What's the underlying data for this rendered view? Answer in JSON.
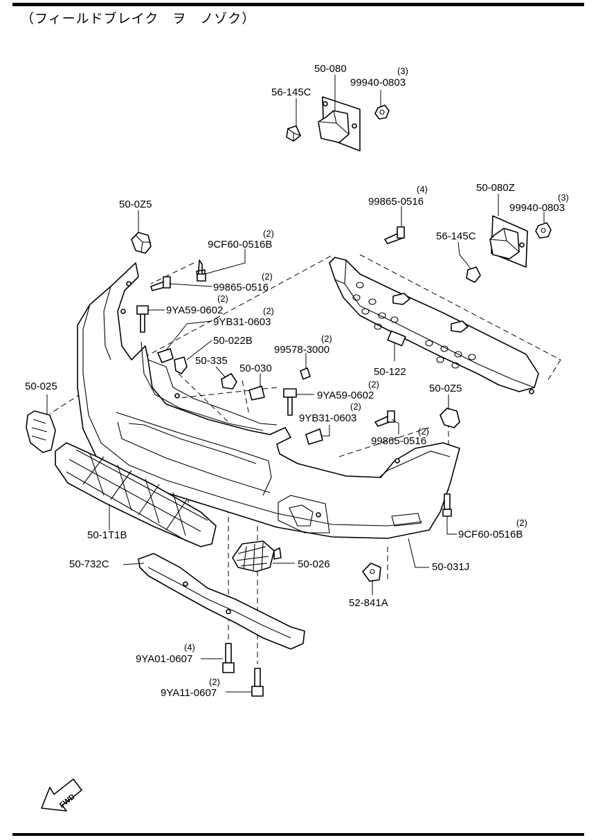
{
  "title": "（フィールドブレイク　ヲ　ノゾク）",
  "fwd_label": "FWD",
  "callouts": [
    {
      "id": "c1",
      "part": "50-080",
      "qty": ""
    },
    {
      "id": "c2",
      "part": "56-145C",
      "qty": ""
    },
    {
      "id": "c3",
      "part": "99940-0803",
      "qty": "(3)"
    },
    {
      "id": "c4",
      "part": "50-0Z5",
      "qty": ""
    },
    {
      "id": "c5",
      "part": "9CF60-0516B",
      "qty": "(2)"
    },
    {
      "id": "c6",
      "part": "99865-0516",
      "qty": "(2)"
    },
    {
      "id": "c7",
      "part": "9YA59-0602",
      "qty": "(2)"
    },
    {
      "id": "c8",
      "part": "9YB31-0603",
      "qty": "(2)"
    },
    {
      "id": "c9",
      "part": "50-022B",
      "qty": ""
    },
    {
      "id": "c10",
      "part": "50-335",
      "qty": ""
    },
    {
      "id": "c11",
      "part": "50-030",
      "qty": ""
    },
    {
      "id": "c12",
      "part": "99578-3000",
      "qty": "(2)"
    },
    {
      "id": "c13",
      "part": "99865-0516",
      "qty": "(4)"
    },
    {
      "id": "c14",
      "part": "50-080Z",
      "qty": ""
    },
    {
      "id": "c15",
      "part": "99940-0803",
      "qty": "(3)"
    },
    {
      "id": "c16",
      "part": "56-145C",
      "qty": ""
    },
    {
      "id": "c17",
      "part": "50-122",
      "qty": ""
    },
    {
      "id": "c18",
      "part": "50-0Z5",
      "qty": ""
    },
    {
      "id": "c19",
      "part": "9YA59-0602",
      "qty": "(2)"
    },
    {
      "id": "c20",
      "part": "9YB31-0603",
      "qty": "(2)"
    },
    {
      "id": "c21",
      "part": "99865-0516",
      "qty": "(2)"
    },
    {
      "id": "c22",
      "part": "50-025",
      "qty": ""
    },
    {
      "id": "c23",
      "part": "50-1T1B",
      "qty": ""
    },
    {
      "id": "c24",
      "part": "9CF60-0516B",
      "qty": "(2)"
    },
    {
      "id": "c25",
      "part": "50-732C",
      "qty": ""
    },
    {
      "id": "c26",
      "part": "50-026",
      "qty": ""
    },
    {
      "id": "c27",
      "part": "50-031J",
      "qty": ""
    },
    {
      "id": "c28",
      "part": "52-841A",
      "qty": ""
    },
    {
      "id": "c29",
      "part": "9YA01-0607",
      "qty": "(4)"
    },
    {
      "id": "c30",
      "part": "9YA11-0607",
      "qty": "(2)"
    }
  ]
}
